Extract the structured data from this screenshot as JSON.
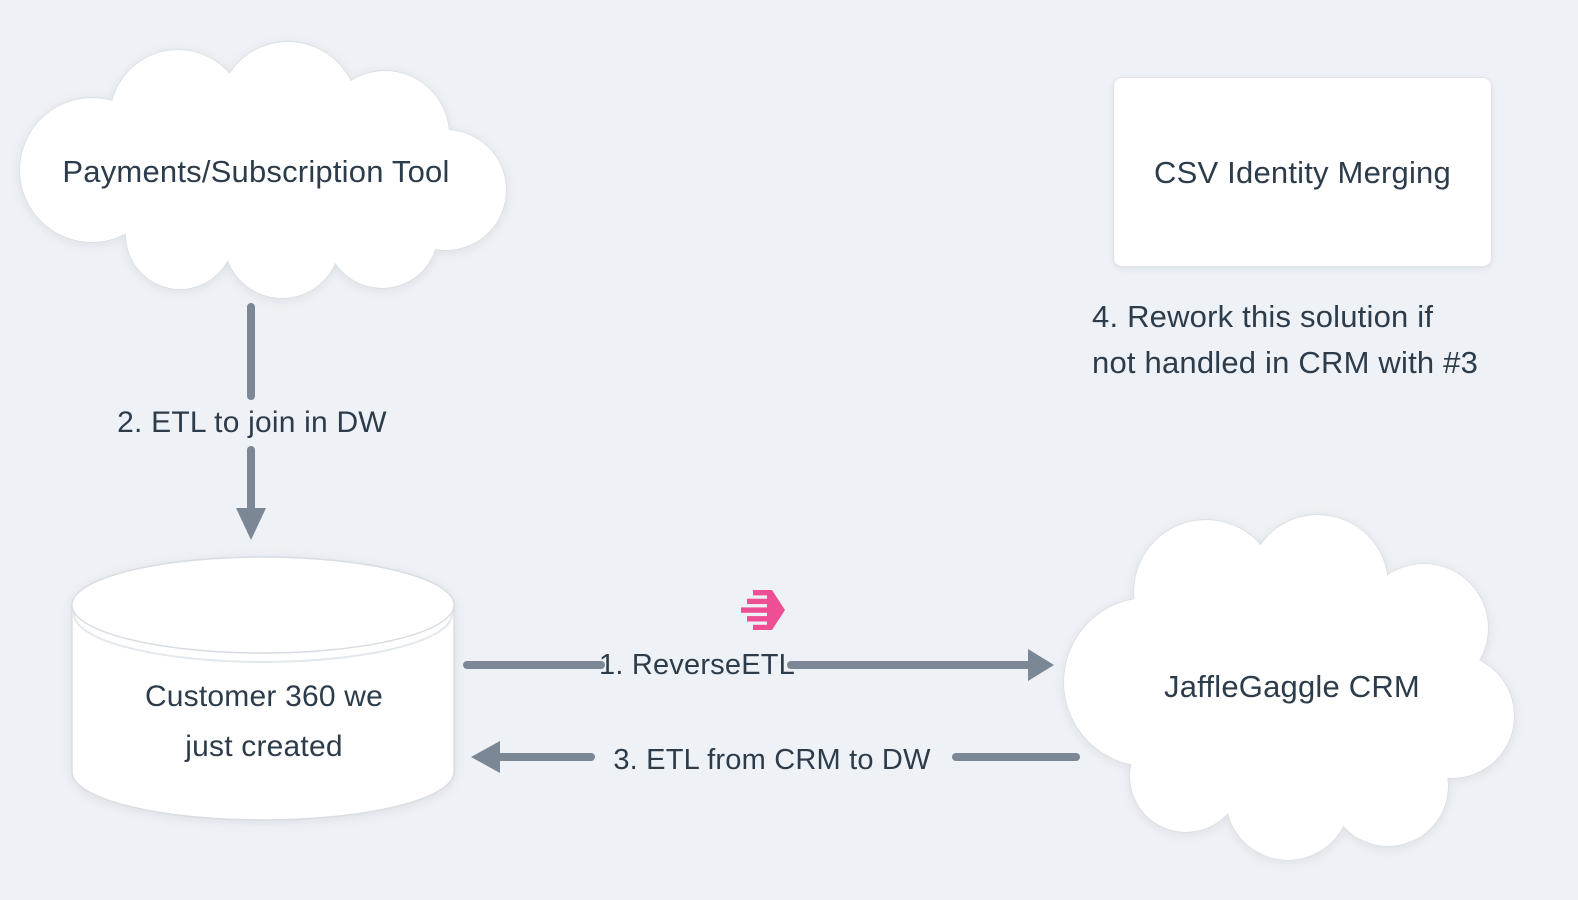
{
  "theme": {
    "bg": "#eef1f5",
    "shape_fill": "#ffffff",
    "shape_border": "#d8dde3",
    "arrow": "#7b8795",
    "text": "#2d3c4b",
    "accent_pink": "#ee4f94"
  },
  "diagram": {
    "nodes": {
      "payments_cloud": {
        "label": "Payments/Subscription Tool",
        "shape": "cloud"
      },
      "csv_box": {
        "label": "CSV Identity Merging",
        "shape": "rounded-rect"
      },
      "customer360_db": {
        "label": "Customer 360 we\njust created",
        "shape": "database-cylinder"
      },
      "crm_cloud": {
        "label": "JaffleGaggle CRM",
        "shape": "cloud"
      }
    },
    "edges": {
      "reverse_etl": {
        "label": "1. ReverseETL",
        "from": "customer360_db",
        "to": "crm_cloud",
        "direction": "right"
      },
      "etl_join_dw": {
        "label": "2. ETL to join in DW",
        "from": "payments_cloud",
        "to": "customer360_db",
        "direction": "down"
      },
      "etl_crm_to_dw": {
        "label": "3. ETL from CRM to DW",
        "from": "crm_cloud",
        "to": "customer360_db",
        "direction": "left"
      }
    },
    "notes": {
      "rework_note": {
        "text": "4. Rework this solution if\nnot handled in CRM with #3"
      }
    },
    "icons": {
      "census": {
        "name": "census-reverse-etl-icon",
        "color": "#ee4f94"
      }
    }
  }
}
